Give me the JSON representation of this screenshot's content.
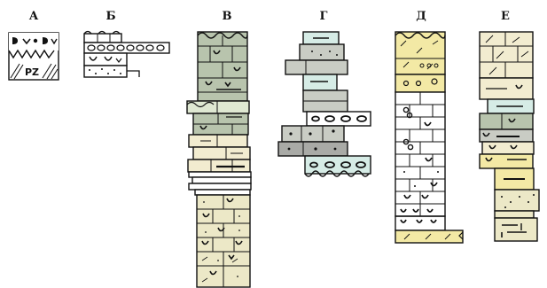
{
  "figure": {
    "columns": [
      {
        "id": "A",
        "label": "А",
        "inscription": "PZ"
      },
      {
        "id": "B",
        "label": "Б"
      },
      {
        "id": "V",
        "label": "В"
      },
      {
        "id": "G",
        "label": "Г"
      },
      {
        "id": "D",
        "label": "Д"
      },
      {
        "id": "E",
        "label": "Е"
      }
    ]
  },
  "colors": {
    "ink": "#111111",
    "white": "#ffffff",
    "grey_mud": "#c9ccc4",
    "green_grey": "#b8c4ad",
    "pale_green": "#dfe8d2",
    "pale_cyan": "#d6ece6",
    "dark_grey": "#a9aaa6",
    "cream": "#f2ecd0",
    "sand": "#ece8c7",
    "yellow": "#f3e9a5",
    "tan": "#e3d6a8"
  }
}
